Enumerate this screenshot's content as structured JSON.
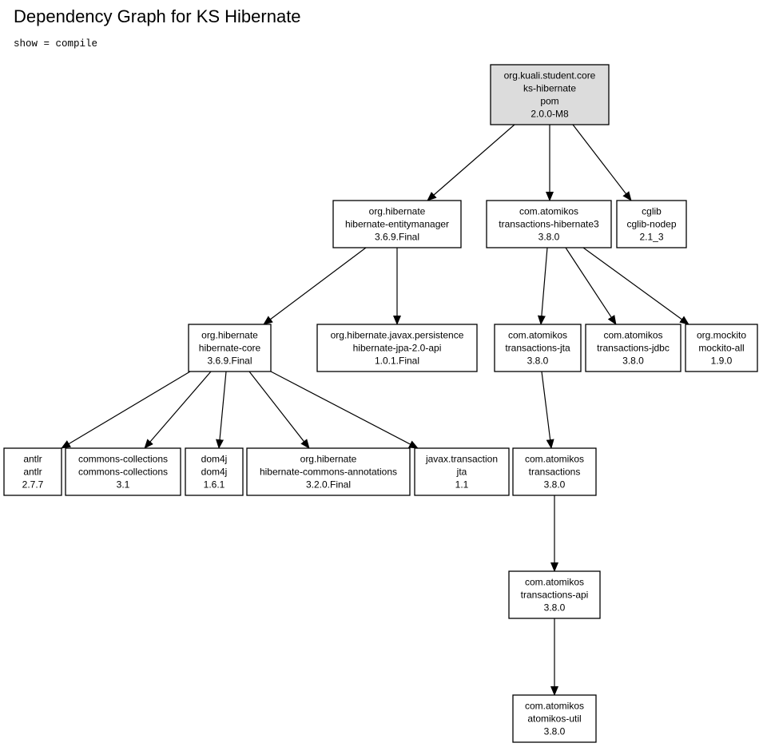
{
  "header": {
    "title": "Dependency Graph for KS Hibernate",
    "subtitle": "show = compile"
  },
  "colors": {
    "root_fill": "#dcdcdc",
    "node_fill": "#ffffff",
    "stroke": "#000000"
  },
  "nodes": [
    {
      "id": "ks-hibernate",
      "lines": [
        "org.kuali.student.core",
        "ks-hibernate",
        "pom",
        "2.0.0-M8"
      ],
      "root": true
    },
    {
      "id": "hibernate-entitymanager",
      "lines": [
        "org.hibernate",
        "hibernate-entitymanager",
        "3.6.9.Final"
      ]
    },
    {
      "id": "transactions-hibernate3",
      "lines": [
        "com.atomikos",
        "transactions-hibernate3",
        "3.8.0"
      ]
    },
    {
      "id": "cglib-nodep",
      "lines": [
        "cglib",
        "cglib-nodep",
        "2.1_3"
      ]
    },
    {
      "id": "hibernate-core",
      "lines": [
        "org.hibernate",
        "hibernate-core",
        "3.6.9.Final"
      ]
    },
    {
      "id": "hibernate-jpa",
      "lines": [
        "org.hibernate.javax.persistence",
        "hibernate-jpa-2.0-api",
        "1.0.1.Final"
      ]
    },
    {
      "id": "transactions-jta",
      "lines": [
        "com.atomikos",
        "transactions-jta",
        "3.8.0"
      ]
    },
    {
      "id": "transactions-jdbc",
      "lines": [
        "com.atomikos",
        "transactions-jdbc",
        "3.8.0"
      ]
    },
    {
      "id": "mockito-all",
      "lines": [
        "org.mockito",
        "mockito-all",
        "1.9.0"
      ]
    },
    {
      "id": "antlr",
      "lines": [
        "antlr",
        "antlr",
        "2.7.7"
      ]
    },
    {
      "id": "commons-collections",
      "lines": [
        "commons-collections",
        "commons-collections",
        "3.1"
      ]
    },
    {
      "id": "dom4j",
      "lines": [
        "dom4j",
        "dom4j",
        "1.6.1"
      ]
    },
    {
      "id": "hibernate-commons-annotations",
      "lines": [
        "org.hibernate",
        "hibernate-commons-annotations",
        "3.2.0.Final"
      ]
    },
    {
      "id": "jta",
      "lines": [
        "javax.transaction",
        "jta",
        "1.1"
      ]
    },
    {
      "id": "transactions",
      "lines": [
        "com.atomikos",
        "transactions",
        "3.8.0"
      ]
    },
    {
      "id": "transactions-api",
      "lines": [
        "com.atomikos",
        "transactions-api",
        "3.8.0"
      ]
    },
    {
      "id": "atomikos-util",
      "lines": [
        "com.atomikos",
        "atomikos-util",
        "3.8.0"
      ]
    }
  ],
  "edges": [
    {
      "from": "ks-hibernate",
      "to": "hibernate-entitymanager"
    },
    {
      "from": "ks-hibernate",
      "to": "transactions-hibernate3"
    },
    {
      "from": "ks-hibernate",
      "to": "cglib-nodep"
    },
    {
      "from": "hibernate-entitymanager",
      "to": "hibernate-core"
    },
    {
      "from": "hibernate-entitymanager",
      "to": "hibernate-jpa"
    },
    {
      "from": "transactions-hibernate3",
      "to": "transactions-jta"
    },
    {
      "from": "transactions-hibernate3",
      "to": "transactions-jdbc"
    },
    {
      "from": "transactions-hibernate3",
      "to": "mockito-all"
    },
    {
      "from": "hibernate-core",
      "to": "antlr"
    },
    {
      "from": "hibernate-core",
      "to": "commons-collections"
    },
    {
      "from": "hibernate-core",
      "to": "dom4j"
    },
    {
      "from": "hibernate-core",
      "to": "hibernate-commons-annotations"
    },
    {
      "from": "hibernate-core",
      "to": "jta"
    },
    {
      "from": "transactions-jta",
      "to": "transactions"
    },
    {
      "from": "transactions",
      "to": "transactions-api"
    },
    {
      "from": "transactions-api",
      "to": "atomikos-util"
    }
  ]
}
